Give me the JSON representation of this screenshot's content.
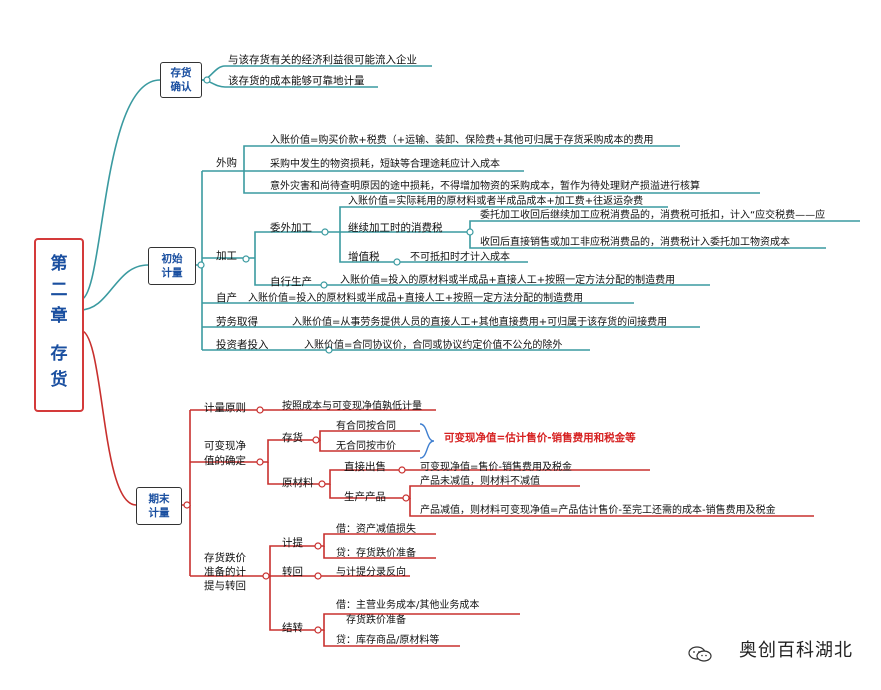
{
  "root": {
    "line1": "第",
    "line2": "二",
    "line3": "章",
    "line4": "存",
    "line5": "货"
  },
  "b1": {
    "label_1": "存货",
    "label_2": "确认",
    "items": [
      "与该存货有关的经济利益很可能流入企业",
      "该存货的成本能够可靠地计量"
    ]
  },
  "b2": {
    "label_1": "初始",
    "label_2": "计量",
    "waigou": {
      "label": "外购",
      "items": [
        "入账价值=购买价款+税费（+运输、装卸、保险费+其他可归属于存货采购成本的费用",
        "采购中发生的物资损耗，短缺等合理途耗应计入成本",
        "意外灾害和尚待查明原因的途中损耗，不得增加物资的采购成本，暂作为待处理财产损溢进行核算"
      ]
    },
    "jiagong": {
      "label": "加工",
      "weiwai": {
        "label": "委外加工",
        "price": "入账价值=实际耗用的原材料或者半成品成本+加工费+往返运杂费",
        "xfs": {
          "label": "继续加工时的消费税",
          "items": [
            "委托加工收回后继续加工应税消费品的，消费税可抵扣，计入“应交税费——应",
            "收回后直接销售或加工非应税消费品的，消费税计入委托加工物资成本"
          ]
        },
        "zzs": {
          "label": "增值税",
          "text": "不可抵扣时才计入成本"
        }
      },
      "zixing": {
        "label": "自行生产",
        "text": "入账价值=投入的原材料或半成品+直接人工+按照一定方法分配的制造费用"
      }
    },
    "zichan": {
      "label": "自产",
      "text": "入账价值=投入的原材料或半成品+直接人工+按照一定方法分配的制造费用"
    },
    "laowu": {
      "label": "劳务取得",
      "text": "入账价值=从事劳务提供人员的直接人工+其他直接费用+可归属于该存货的间接费用"
    },
    "touzi": {
      "label": "投资者投入",
      "text": "入账价值=合同协议价，合同或协议约定价值不公允的除外"
    }
  },
  "b3": {
    "label_1": "期末",
    "label_2": "计量",
    "yuanze": {
      "label": "计量原则",
      "text": "按照成本与可变现净值孰低计量"
    },
    "kbx": {
      "label_1": "可变现净",
      "label_2": "值的确定",
      "cunhuo": {
        "label": "存货",
        "items": [
          "有合同按合同",
          "无合同按市价"
        ],
        "formula": "可变现净值=估计售价-销售费用和税金等"
      },
      "ycl": {
        "label": "原材料",
        "zjcs": {
          "label": "直接出售",
          "text": "可变现净值=售价-销售费用及税金"
        },
        "sccp": {
          "label": "生产产品",
          "items": [
            "产品未减值，则材料不减值",
            "产品减值，则材料可变现净值=产品估计售价-至完工还需的成本-销售费用及税金"
          ]
        }
      }
    },
    "dj": {
      "label_1": "存货跌价",
      "label_2": "准备的计",
      "label_3": "提与转回",
      "jiti": {
        "label": "计提",
        "items": [
          "借：资产减值损失",
          "贷：存货跌价准备"
        ]
      },
      "zhuanhui": {
        "label": "转回",
        "text": "与计提分录反向"
      },
      "jiezhuan": {
        "label": "结转",
        "items": [
          "借：主营业务成本/其他业务成本",
          "存货跌价准备",
          "贷：库存商品/原材料等"
        ]
      }
    }
  },
  "watermark": {
    "text": "奥创百科湖北"
  },
  "colors": {
    "teal": "#3a9aa0",
    "red": "#c8302e",
    "blue": "#3f7fd0",
    "text_blue": "#1a4fa0",
    "accent_red": "#d62020"
  }
}
